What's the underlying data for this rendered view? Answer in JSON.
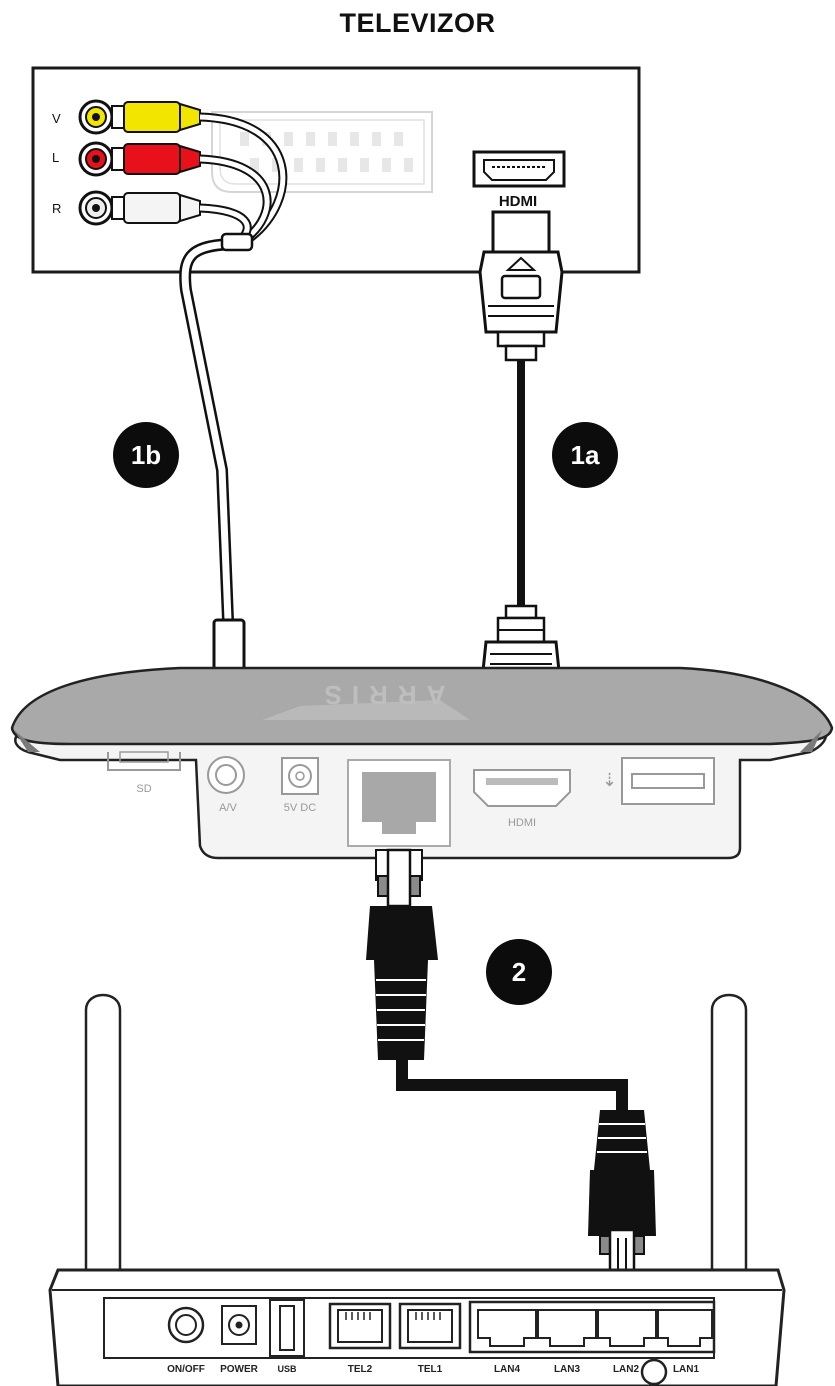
{
  "title": "TELEVIZOR",
  "badges": {
    "b1b": "1b",
    "b1a": "1a",
    "b2": "2"
  },
  "tv": {
    "rca_labels": [
      "V",
      "L",
      "R"
    ],
    "hdmi_label": "HDMI",
    "colors": {
      "video": "#f2e600",
      "left": "#e8101a",
      "right": "#eeeeee"
    }
  },
  "stb": {
    "brand": "ARRIS",
    "ports": [
      "SD",
      "A/V",
      "5V DC",
      "HDMI"
    ]
  },
  "router": {
    "ports": [
      "ON/OFF",
      "POWER",
      "USB",
      "TEL2",
      "TEL1",
      "LAN4",
      "LAN3",
      "LAN2",
      "LAN1"
    ]
  },
  "colors": {
    "badge": "#0c0c0c",
    "cable": "#111111",
    "outline": "#222222"
  }
}
